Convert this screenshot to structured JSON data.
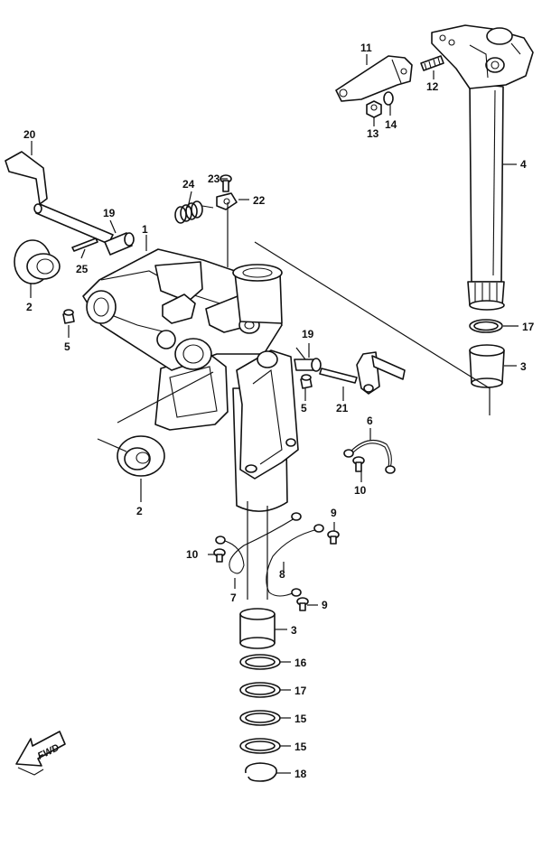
{
  "labels": {
    "p1": "1",
    "p2a": "2",
    "p2b": "2",
    "p3a": "3",
    "p3b": "3",
    "p4": "4",
    "p5a": "5",
    "p5b": "5",
    "p6": "6",
    "p7": "7",
    "p8": "8",
    "p9a": "9",
    "p9b": "9",
    "p10a": "10",
    "p10b": "10",
    "p11": "11",
    "p12": "12",
    "p13": "13",
    "p14": "14",
    "p15a": "15",
    "p15b": "15",
    "p16": "16",
    "p17a": "17",
    "p17b": "17",
    "p18": "18",
    "p19a": "19",
    "p19b": "19",
    "p20": "20",
    "p21": "21",
    "p22": "22",
    "p23": "23",
    "p24": "24",
    "p25": "25"
  },
  "direction": {
    "text": "FWD"
  }
}
